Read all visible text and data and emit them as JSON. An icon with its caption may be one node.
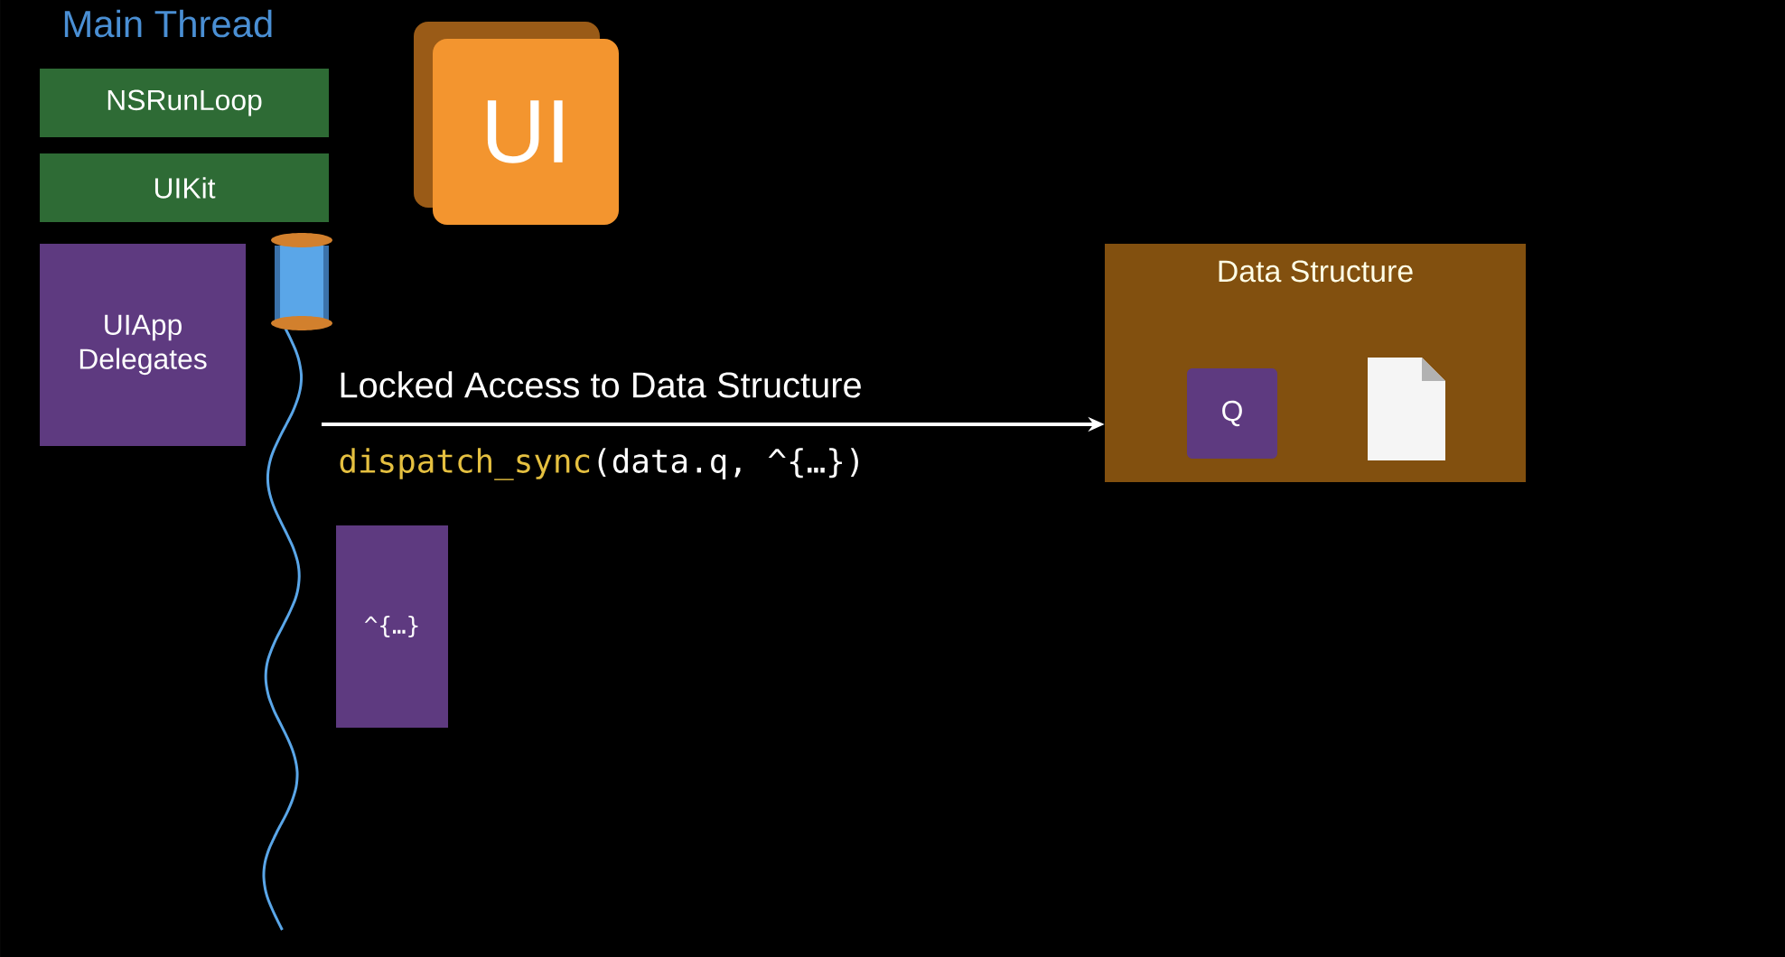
{
  "diagram": {
    "title": "Main Thread",
    "nodes": [
      {
        "text": [
          "NSRunLoop"
        ]
      },
      {
        "text": [
          "UIKit"
        ]
      },
      {
        "text": [
          "UIApp Delegates"
        ]
      },
      {
        "text": [
          "UI"
        ]
      },
      {
        "text": [
          "Data Structure"
        ]
      },
      {
        "text": [
          "Q"
        ],
        "in": 4
      },
      {
        "text": [
          "^{…}"
        ]
      }
    ],
    "edges": [
      {
        "from": null,
        "to": 4,
        "arrow": "to",
        "label": "Locked Access to Data Structure"
      }
    ],
    "labels": [
      "dispatch_sync",
      "(data.q, ^{…})"
    ]
  }
}
